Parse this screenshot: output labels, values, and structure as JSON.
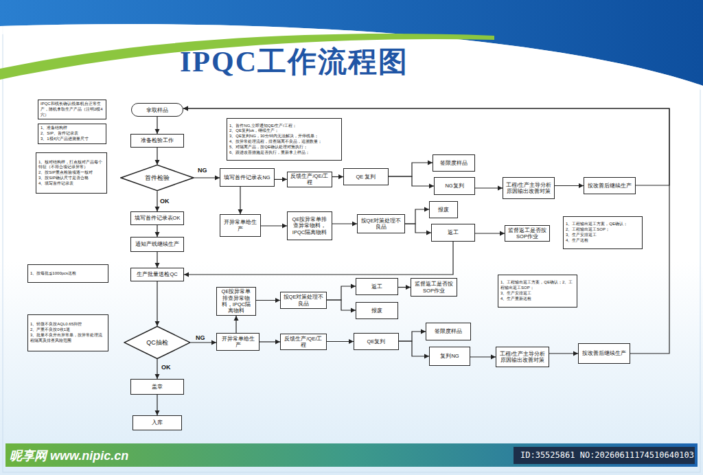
{
  "diagram": {
    "title": "IPQC工作流程图",
    "nodes": [
      {
        "text": [
          "拿取样品"
        ]
      },
      {
        "text": [
          "IPQC和线长确认线体/机台正常生产，随机拿取生产产品（注明2模4穴）"
        ]
      },
      {
        "text": [
          "1、准备结构样",
          "2、SIP、首件记录表",
          "3、1模4穴产品进测量尺寸"
        ]
      },
      {
        "text": [
          "准备检验工作"
        ]
      },
      {
        "text": [
          "1、首件NG,立即通知QE/生产/工程；",
          "2、QE复判ok，继续生产；",
          "3、QE复判NG，30分钟内无法解决，开停线单；",
          "4、按异常处理流程，排查隔离不良品，追溯数量；",
          "5、对隔离产品，按QE确认处理对策执行；",
          "6、跟进改善措施是否执行，重新拿上样品；"
        ]
      },
      {
        "text": [
          "1、核对结构样，打点核对产品每个特征（不符合项记录异常）",
          "2、按SIP重点检验项逐一核对",
          "3、按SIP确认尺寸是否合格",
          "4、填写首件记录表"
        ]
      },
      {
        "text": [
          "首件检验"
        ]
      },
      {
        "text": [
          "填写首件记录表NG"
        ]
      },
      {
        "text": [
          "反馈生产/QE/工程"
        ]
      },
      {
        "text": [
          "QE 复判"
        ]
      },
      {
        "text": [
          "签限度样品"
        ]
      },
      {
        "text": [
          "NG复判"
        ]
      },
      {
        "text": [
          "工程/生产主导分析原因输出改善对策"
        ]
      },
      {
        "text": [
          "按改善后继续生产"
        ]
      },
      {
        "text": [
          "填写首件记录表OK"
        ]
      },
      {
        "text": [
          "开异常单给生产"
        ]
      },
      {
        "text": [
          "QE按异常单排查异常物料，IPQC隔离物料"
        ]
      },
      {
        "text": [
          "按QE对策处理不良品"
        ]
      },
      {
        "text": [
          "报废"
        ]
      },
      {
        "text": [
          "返工"
        ]
      },
      {
        "text": [
          "监督返工是否按SOP作业"
        ]
      },
      {
        "text": [
          "1、工程输出返工方案，QE确认；",
          "2、工程输出返工SOP；",
          "3、生产安排返工",
          "4、生产送检"
        ]
      },
      {
        "text": [
          "通知产线继续生产"
        ]
      },
      {
        "text": [
          "1、按每批≦1000pcs送检"
        ]
      },
      {
        "text": [
          "生产批量送检QC"
        ]
      },
      {
        "text": [
          "QE按异常单排查异常物料，IPQC隔离物料"
        ]
      },
      {
        "text": [
          "按QE对策处理不良品"
        ]
      },
      {
        "text": [
          "返工"
        ]
      },
      {
        "text": [
          "监督返工是否按SOP作业"
        ]
      },
      {
        "text": [
          "报废"
        ]
      },
      {
        "text": [
          "1、工程输出返工方案，QE确认；2、工程输出返工SOP；",
          "3、生产安排返工",
          "4、生产重新送检"
        ]
      },
      {
        "text": [
          "1、轻微不良按AQL0.65抑控",
          "2、严重不良按0收1退",
          "3、批量不良开出异常单，按异常处理流程隔离及排查风险范围"
        ]
      },
      {
        "text": [
          "QC抽检"
        ]
      },
      {
        "text": [
          "开异常单给生产"
        ]
      },
      {
        "text": [
          "反馈生产/QE/工程"
        ]
      },
      {
        "text": [
          "QE复判"
        ]
      },
      {
        "text": [
          "签限度样品"
        ]
      },
      {
        "text": [
          "复判NG"
        ]
      },
      {
        "text": [
          "工程/生产主导分析原因输出改善对策"
        ]
      },
      {
        "text": [
          "按改善后继续生产"
        ]
      },
      {
        "text": [
          "盖章"
        ]
      },
      {
        "text": [
          "入库"
        ]
      }
    ],
    "edges": [
      {
        "from": 0,
        "to": 3,
        "arrow": "to"
      },
      {
        "from": 3,
        "to": 6,
        "arrow": "to"
      },
      {
        "from": 6,
        "to": 7,
        "label": "NG",
        "arrow": "to"
      },
      {
        "from": 6,
        "to": 14,
        "label": "OK",
        "arrow": "to"
      },
      {
        "from": 14,
        "to": 22,
        "arrow": "to"
      },
      {
        "from": 22,
        "to": 24,
        "arrow": "to"
      },
      {
        "from": 24,
        "to": 32,
        "arrow": "to"
      },
      {
        "from": 32,
        "to": 40,
        "label": "OK",
        "arrow": "to"
      },
      {
        "from": 40,
        "to": 41,
        "arrow": "to"
      },
      {
        "from": 32,
        "to": 33,
        "label": "NG",
        "arrow": "to"
      },
      {
        "from": 7,
        "to": 8,
        "arrow": "to"
      },
      {
        "from": 8,
        "to": 9,
        "arrow": "to"
      },
      {
        "from": 9,
        "to": 10,
        "arrow": "to"
      },
      {
        "from": 9,
        "to": 11,
        "arrow": "to"
      },
      {
        "from": 11,
        "to": 12,
        "arrow": "to"
      },
      {
        "from": 12,
        "to": 13,
        "arrow": "to"
      },
      {
        "from": 13,
        "to": 0,
        "arrow": "to"
      },
      {
        "from": 7,
        "to": 15,
        "arrow": "to"
      },
      {
        "from": 15,
        "to": 16,
        "arrow": "to"
      },
      {
        "from": 16,
        "to": 17,
        "arrow": "to"
      },
      {
        "from": 17,
        "to": 18,
        "arrow": "to"
      },
      {
        "from": 17,
        "to": 19,
        "arrow": "to"
      },
      {
        "from": 19,
        "to": 20,
        "arrow": "to"
      },
      {
        "from": 19,
        "to": 24,
        "arrow": "to"
      },
      {
        "from": 25,
        "to": 26,
        "arrow": "to"
      },
      {
        "from": 26,
        "to": 27,
        "arrow": "to"
      },
      {
        "from": 26,
        "to": 29,
        "arrow": "to"
      },
      {
        "from": 27,
        "to": 28,
        "arrow": "to"
      },
      {
        "from": 33,
        "to": 25,
        "arrow": "to"
      },
      {
        "from": 33,
        "to": 34,
        "arrow": "to"
      },
      {
        "from": 34,
        "to": 35,
        "arrow": "to"
      },
      {
        "from": 35,
        "to": 36,
        "arrow": "to"
      },
      {
        "from": 35,
        "to": 37,
        "arrow": "to"
      },
      {
        "from": 37,
        "to": 38,
        "arrow": "to"
      },
      {
        "from": 38,
        "to": 39,
        "arrow": "to"
      },
      {
        "from": 39,
        "to": 0,
        "arrow": "to"
      }
    ],
    "labels": [
      "昵享网 www.nipic.cn",
      "ID:35525861 NO:20260611174510640103"
    ]
  }
}
